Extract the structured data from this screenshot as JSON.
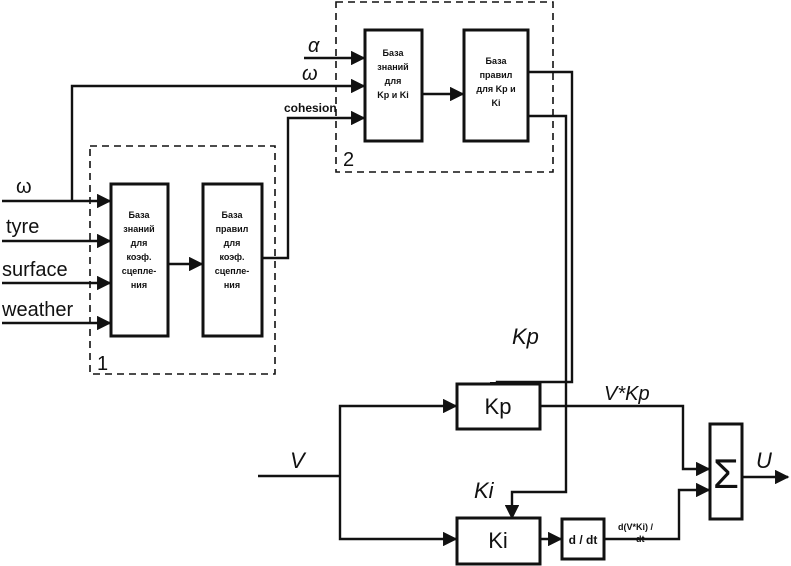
{
  "inputs": {
    "omega": "ω",
    "tyre": "tyre",
    "surface": "surface",
    "weather": "weather"
  },
  "block1": {
    "number": "1",
    "knowledge_base": [
      "База",
      "знаний",
      "для",
      "коэф.",
      "сцепле-",
      "ния"
    ],
    "rule_base": [
      "База",
      "правил",
      "для",
      "коэф.",
      "сцепле-",
      "ния"
    ]
  },
  "block2": {
    "number": "2",
    "inputs": {
      "alpha": "α",
      "omega": "ω",
      "cohesion": "cohesion"
    },
    "knowledge_base": [
      "База",
      "знаний",
      "для",
      "Kp и Ki"
    ],
    "rule_base": [
      "База",
      "правил",
      "для Kp и",
      "Ki"
    ]
  },
  "controller": {
    "v_input": "V",
    "kp_signal": "Kp",
    "ki_signal": "Ki",
    "kp_block": "Kp",
    "ki_block": "Ki",
    "derivative_block": "d / dt",
    "vkp_label": "V*Kp",
    "dvki_label": [
      "d(V*Ki) /",
      "dt"
    ],
    "sum_symbol": "Σ",
    "output": "U"
  }
}
